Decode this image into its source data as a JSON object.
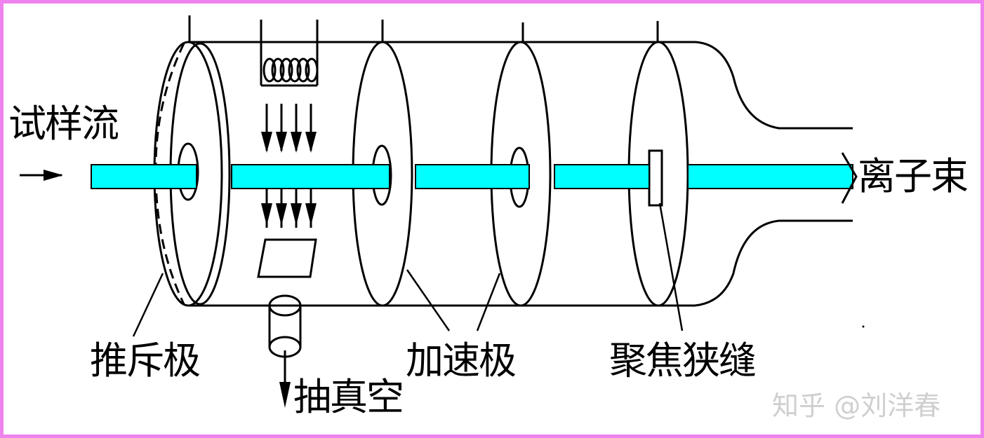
{
  "labels": {
    "sample_flow": "试样流",
    "ion_beam": "离子束",
    "repeller": "推斥极",
    "vacuum": "抽真空",
    "accelerator": "加速极",
    "focus_slit": "聚焦狭缝"
  },
  "watermark": "知乎 @刘洋春",
  "colors": {
    "beam": "#00ffff",
    "frame": "#ee82ee",
    "line": "#000000"
  }
}
